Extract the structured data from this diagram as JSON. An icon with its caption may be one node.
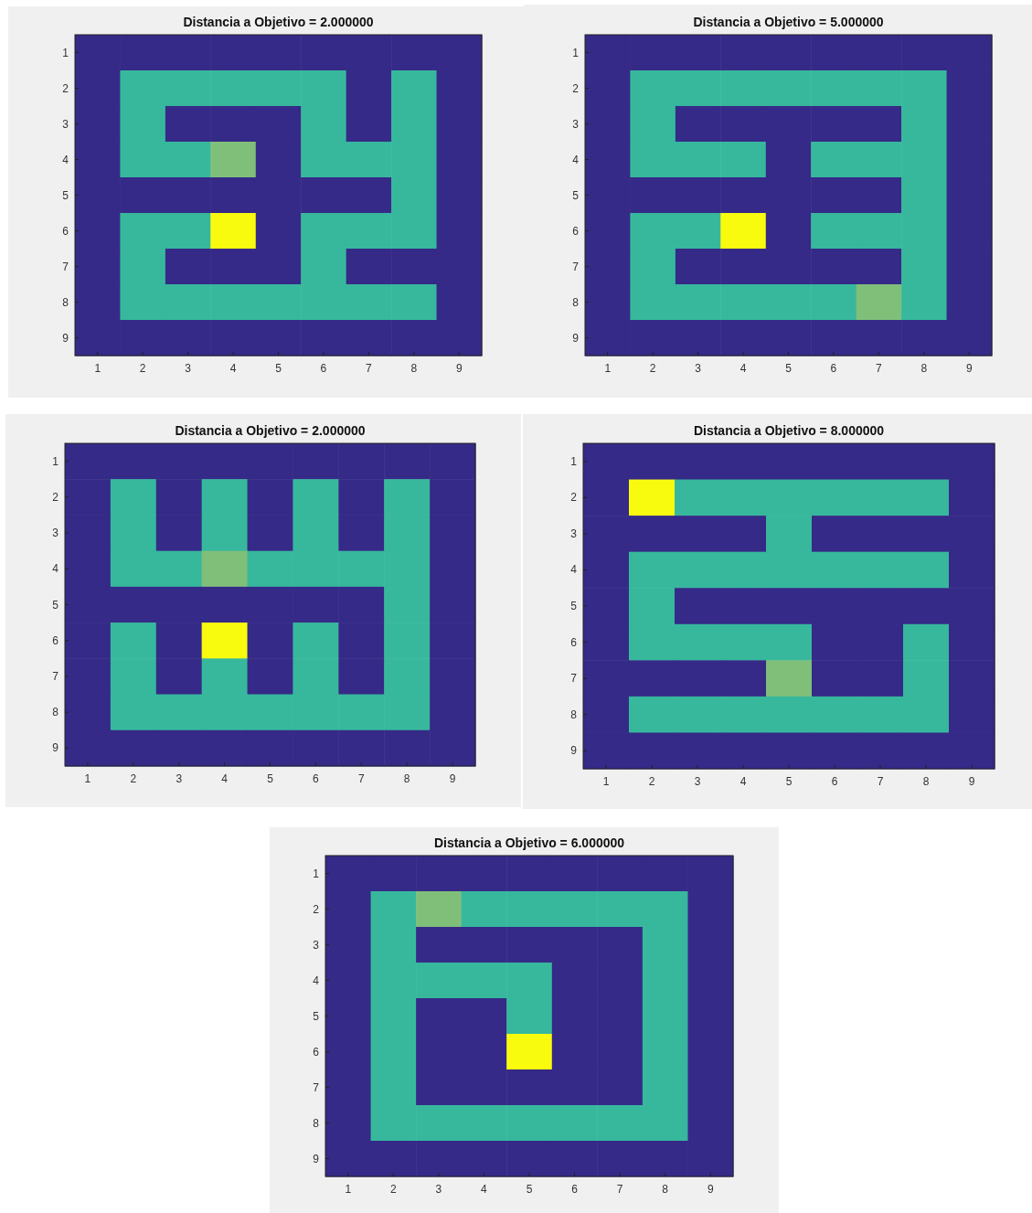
{
  "diagram": {
    "labels": [
      "Distancia a Objetivo = 2.000000",
      "1",
      "2",
      "3",
      "4",
      "5",
      "6",
      "7",
      "8",
      "9",
      "1",
      "2",
      "3",
      "4",
      "5",
      "6",
      "7",
      "8",
      "9",
      "Distancia a Objetivo = 5.000000",
      "1",
      "2",
      "3",
      "4",
      "5",
      "6",
      "7",
      "8",
      "9",
      "1",
      "2",
      "3",
      "4",
      "5",
      "6",
      "7",
      "8",
      "9",
      "Distancia a Objetivo = 2.000000",
      "1",
      "2",
      "3",
      "4",
      "5",
      "6",
      "7",
      "8",
      "9",
      "1",
      "2",
      "3",
      "4",
      "5",
      "6",
      "7",
      "8",
      "9",
      "Distancia a Objetivo = 8.000000",
      "1",
      "2",
      "3",
      "4",
      "5",
      "6",
      "7",
      "8",
      "9",
      "1",
      "2",
      "3",
      "4",
      "5",
      "6",
      "7",
      "8",
      "9",
      "Distancia a Objetivo = 6.000000",
      "1",
      "2",
      "3",
      "4",
      "5",
      "6",
      "7",
      "8",
      "9",
      "1",
      "2",
      "3",
      "4",
      "5",
      "6",
      "7",
      "8",
      "9"
    ]
  }
}
